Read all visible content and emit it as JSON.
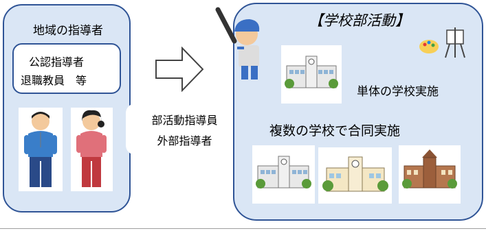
{
  "left_panel": {
    "title": "地域の指導者",
    "qualification_line1": "公認指導者",
    "qualification_line2": "退職教員　等"
  },
  "arrow": {
    "coach_line1": "部活動指導員",
    "coach_line2": "外部指導者"
  },
  "right_panel": {
    "title": "【学校部活動】",
    "single_school_label": "単体の学校実施",
    "joint_schools_label": "複数の学校で合同実施"
  },
  "colors": {
    "panel_fill": "#dae6f5",
    "panel_border": "#2f5496"
  }
}
